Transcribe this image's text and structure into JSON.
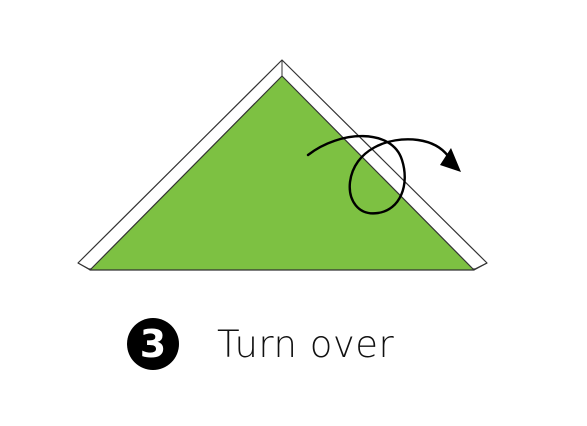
{
  "step": {
    "number": "3",
    "caption": "Turn over"
  },
  "colors": {
    "paper_front": "#7dc142",
    "paper_back": "#ffffff",
    "outline": "#333333",
    "arrow": "#000000",
    "badge_bg": "#000000",
    "badge_text": "#ffffff"
  },
  "icons": {
    "fold_shape": "triangle-shape",
    "action_arrow": "turn-over-arrow-icon"
  }
}
